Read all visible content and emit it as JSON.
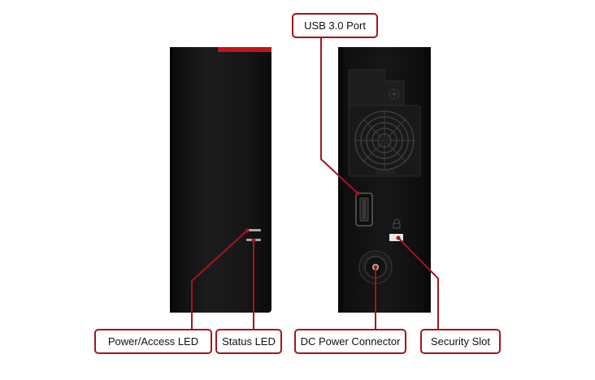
{
  "callouts": {
    "usb_port": "USB 3.0 Port",
    "power_access_led": "Power/Access LED",
    "status_led": "Status LED",
    "dc_power_connector": "DC Power Connector",
    "security_slot": "Security Slot"
  },
  "colors": {
    "accent_red": "#a3161c",
    "device_body": "#141414",
    "background": "#ffffff"
  },
  "icons": [
    "fan-grille-icon",
    "lock-icon",
    "usb-port-icon",
    "dc-jack-icon"
  ]
}
